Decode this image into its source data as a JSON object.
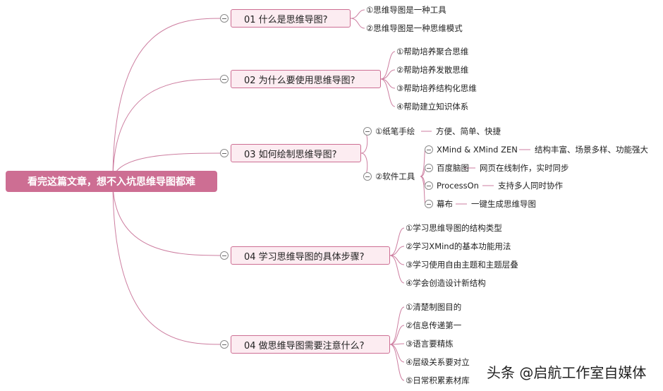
{
  "root": "看完这篇文章，想不入坑思维导图都难",
  "branches": [
    {
      "label": "01 什么是思维导图?",
      "items": [
        "①思维导图是一种工具",
        "②思维导图是一种思维模式"
      ]
    },
    {
      "label": "02 为什么要使用思维导图?",
      "items": [
        "①帮助培养聚合思维",
        "②帮助培养发散思维",
        "③帮助培养结构化思维",
        "④帮助建立知识体系"
      ]
    },
    {
      "label": "03 如何绘制思维导图?",
      "items": [
        {
          "label": "①纸笔手绘",
          "note": "方便、简单、快捷"
        },
        {
          "label": "②软件工具",
          "tools": [
            {
              "name": "XMind & XMind ZEN",
              "note": "结构丰富、场景多样、功能强大"
            },
            {
              "name": "百度脑图",
              "note": "网页在线制作，实时同步"
            },
            {
              "name": "ProcessOn",
              "note": "支持多人同时协作"
            },
            {
              "name": "幕布",
              "note": "一键生成思维导图"
            }
          ]
        }
      ]
    },
    {
      "label": "04 学习思维导图的具体步骤?",
      "items": [
        "①学习思维导图的结构类型",
        "②学习XMind的基本功能用法",
        "③学习使用自由主题和主题层叠",
        "④学会创造设计新结构"
      ]
    },
    {
      "label": "04 做思维导图需要注意什么?",
      "items": [
        "①清楚制图目的",
        "②信息传递第一",
        "③语言要精炼",
        "④层级关系要对立",
        "⑤日常积累素材库"
      ]
    }
  ],
  "watermark": "头条 @启航工作室自媒体",
  "colors": {
    "accent": "#cd6e93",
    "branch_fill": "#fcecf1",
    "line": "#cd7ea0"
  }
}
